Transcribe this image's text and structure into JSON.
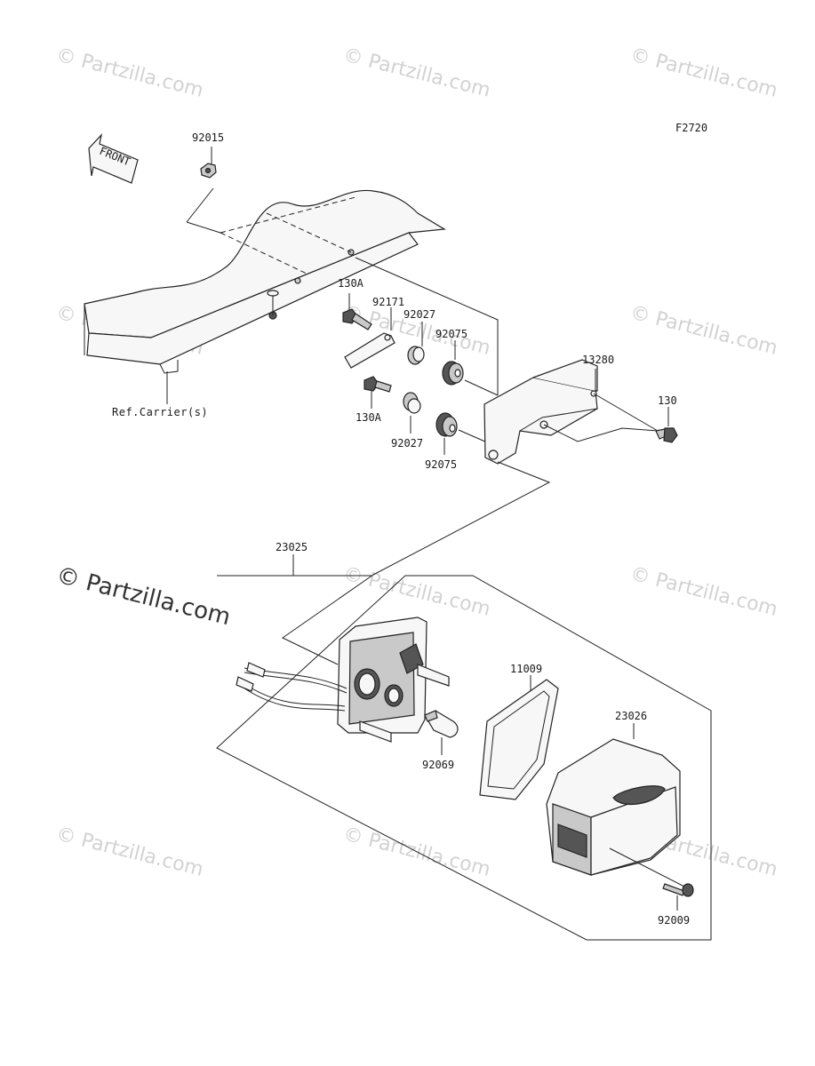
{
  "diagram": {
    "figure_code": "F2720",
    "front_label": "FRONT",
    "ref_label": "Ref.Carrier(s)",
    "parts": [
      {
        "id": "p1",
        "label": "92015"
      },
      {
        "id": "p2",
        "label": "130A"
      },
      {
        "id": "p3",
        "label": "92171"
      },
      {
        "id": "p4",
        "label": "92027"
      },
      {
        "id": "p5",
        "label": "92075"
      },
      {
        "id": "p6",
        "label": "13280"
      },
      {
        "id": "p7",
        "label": "130"
      },
      {
        "id": "p8",
        "label": "130A"
      },
      {
        "id": "p9",
        "label": "92027"
      },
      {
        "id": "p10",
        "label": "92075"
      },
      {
        "id": "p11",
        "label": "23025"
      },
      {
        "id": "p12",
        "label": "11009"
      },
      {
        "id": "p13",
        "label": "23026"
      },
      {
        "id": "p14",
        "label": "92069"
      },
      {
        "id": "p15",
        "label": "92009"
      }
    ]
  },
  "watermark": {
    "text": "© Partzilla.com",
    "prominent_text": "© Partzilla.com"
  }
}
